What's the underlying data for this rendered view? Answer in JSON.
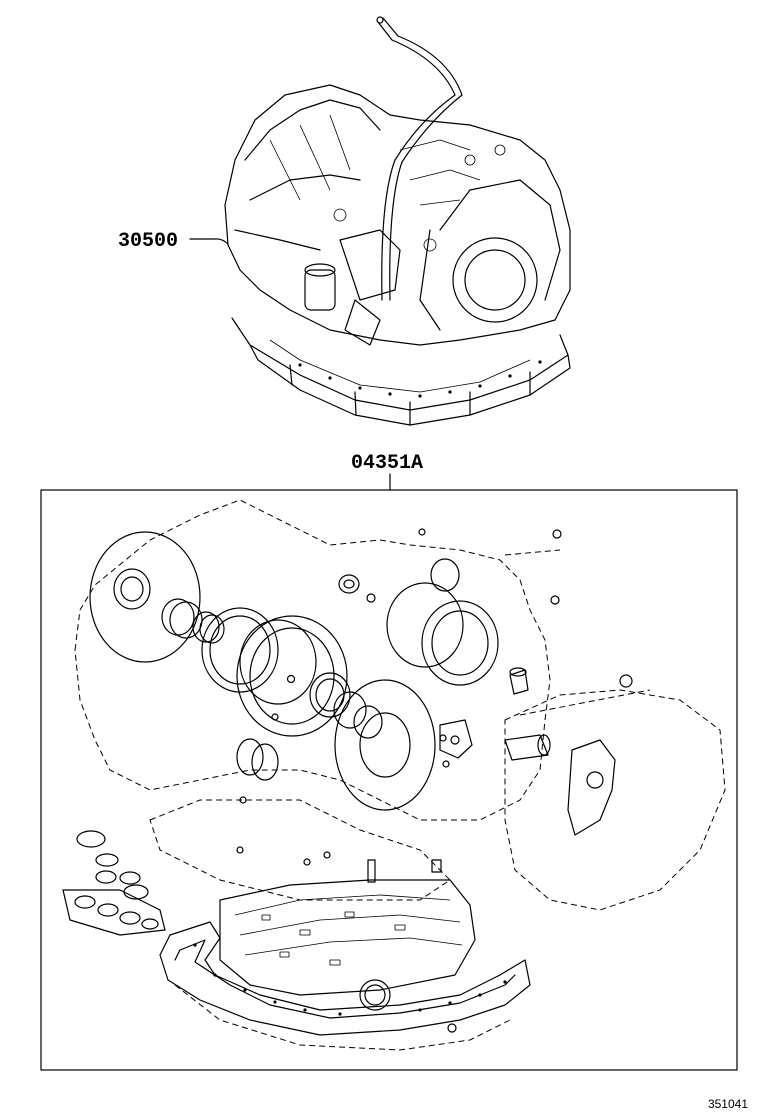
{
  "labels": {
    "transmission_part": "30500",
    "gasket_kit_part": "04351A",
    "diagram_code": "351041"
  },
  "colors": {
    "line": "#000000",
    "background": "#ffffff"
  }
}
